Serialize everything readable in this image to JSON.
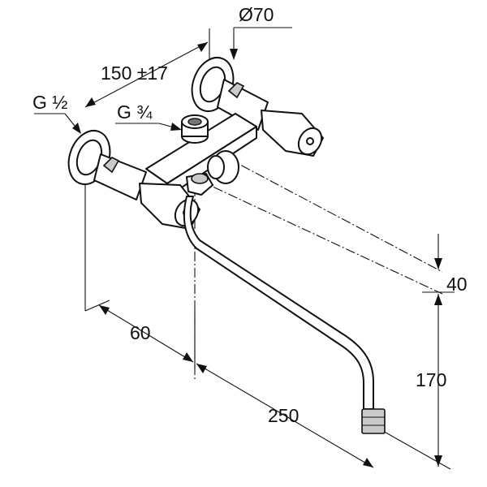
{
  "labels": {
    "diameter": "Ø70",
    "wall_distance": "150 ±17",
    "inlet_thread": "G ½",
    "outlet_thread": "G ¾",
    "offset": "60",
    "spout_reach": "250",
    "spout_gap": "40",
    "spout_height": "170"
  }
}
